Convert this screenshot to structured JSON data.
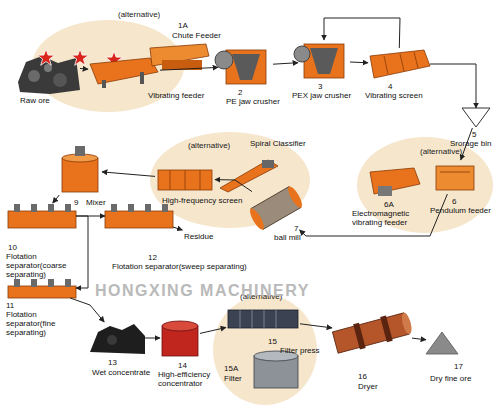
{
  "diagram": {
    "nodes": [
      {
        "text": [
          "Raw ore"
        ]
      },
      {
        "text": [
          "1A",
          "Chute Feeder"
        ]
      },
      {
        "text": [
          "Vibrating feeder"
        ]
      },
      {
        "text": [
          "2",
          "PE jaw crusher"
        ]
      },
      {
        "text": [
          "3",
          "PEX jaw crusher"
        ]
      },
      {
        "text": [
          "4",
          "Vibrating screen"
        ]
      },
      {
        "text": [
          "5",
          "Srorage bin"
        ]
      },
      {
        "text": [
          "6",
          "Pendulum feeder"
        ]
      },
      {
        "text": [
          "6A",
          "Electromagnetic vibrating feeder"
        ]
      },
      {
        "text": [
          "7",
          "ball mill"
        ]
      },
      {
        "text": [
          "Spiral Classifier"
        ]
      },
      {
        "text": [
          "High-frequency screen"
        ]
      },
      {
        "text": [
          "9",
          "Mixer"
        ]
      },
      {
        "text": [
          "10",
          "Flotation separator(coarse separating)"
        ]
      },
      {
        "text": [
          "12",
          "Flotation separator(sweep separating)"
        ]
      },
      {
        "text": [
          "Residue"
        ]
      },
      {
        "text": [
          "11",
          "Flotation separator(fine separating)"
        ]
      },
      {
        "text": [
          "13",
          "Wet concentrate"
        ]
      },
      {
        "text": [
          "14",
          "High-efficiency concentrator"
        ]
      },
      {
        "text": [
          "15",
          "Filter press"
        ]
      },
      {
        "text": [
          "15A",
          "Filter"
        ]
      },
      {
        "text": [
          "16",
          "Dryer"
        ]
      },
      {
        "text": [
          "17",
          "Dry fine ore"
        ]
      }
    ],
    "edges": [
      {
        "from": 0,
        "to": 2,
        "arrow": "to"
      },
      {
        "from": 2,
        "to": 3,
        "arrow": "to"
      },
      {
        "from": 3,
        "to": 4,
        "arrow": "to"
      },
      {
        "from": 4,
        "to": 5,
        "arrow": "to"
      },
      {
        "from": 5,
        "to": 4,
        "arrow": "to"
      },
      {
        "from": 5,
        "to": 6,
        "arrow": "to"
      },
      {
        "from": 6,
        "to": 7,
        "arrow": "to"
      },
      {
        "from": 7,
        "to": 9,
        "arrow": "to"
      },
      {
        "from": 9,
        "to": 11,
        "arrow": "to"
      },
      {
        "from": 11,
        "to": 12,
        "arrow": "to"
      },
      {
        "from": 12,
        "to": 13,
        "arrow": "to"
      },
      {
        "from": 13,
        "to": 14,
        "arrow": "to"
      },
      {
        "from": 14,
        "to": 15,
        "arrow": "to"
      },
      {
        "from": 13,
        "to": 16,
        "arrow": "to"
      },
      {
        "from": 16,
        "to": 17,
        "arrow": "to"
      },
      {
        "from": 17,
        "to": 18,
        "arrow": "to"
      },
      {
        "from": 18,
        "to": 19,
        "arrow": "to"
      },
      {
        "from": 19,
        "to": 21,
        "arrow": "to"
      },
      {
        "from": 21,
        "to": 22,
        "arrow": "to"
      }
    ],
    "labels": [
      "(alternative)",
      "(alternative)",
      "(alternative)",
      "(alternative)",
      "HONGXING MACHINERY"
    ]
  }
}
